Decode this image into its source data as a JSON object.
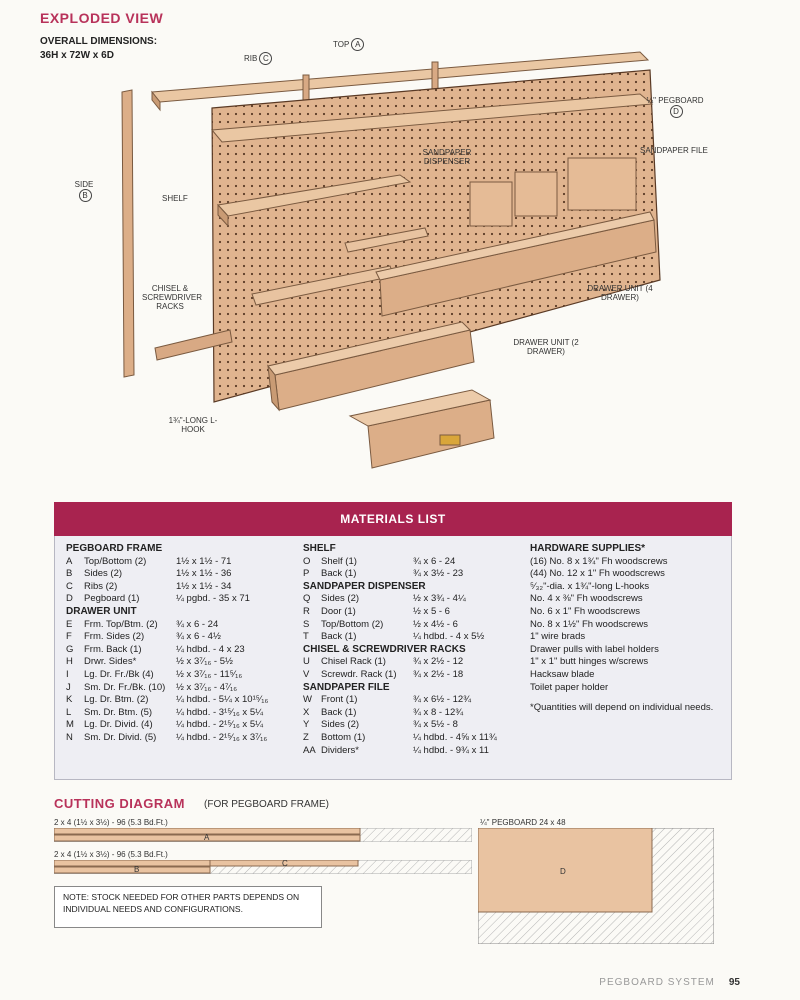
{
  "header": {
    "title": "EXPLODED VIEW",
    "dims_label": "OVERALL DIMENSIONS:",
    "dims_value": "36H x 72W x 6D"
  },
  "callouts": {
    "top": "TOP",
    "top_letter": "A",
    "rib": "RIB",
    "rib_letter": "C",
    "pegboard": "¼\" PEGBOARD",
    "pegboard_letter": "D",
    "side": "SIDE",
    "side_letter": "B",
    "shelf": "SHELF",
    "sandpaper_dispenser": "SANDPAPER DISPENSER",
    "sandpaper_file": "SANDPAPER FILE",
    "chisel_racks": "CHISEL & SCREWDRIVER RACKS",
    "drawer_4": "DRAWER UNIT (4 DRAWER)",
    "drawer_2": "DRAWER UNIT (2 DRAWER)",
    "lhook": "1¾\"-LONG L-HOOK"
  },
  "materials": {
    "title": "MATERIALS LIST",
    "col1": [
      {
        "type": "section",
        "text": "PEGBOARD FRAME"
      },
      {
        "l": "A",
        "n": "Top/Bottom (2)",
        "d": "1½ x 1½ - 71"
      },
      {
        "l": "B",
        "n": "Sides (2)",
        "d": "1½ x 1½ - 36"
      },
      {
        "l": "C",
        "n": "Ribs (2)",
        "d": "1½ x 1½ - 34"
      },
      {
        "l": "D",
        "n": "Pegboard (1)",
        "d": "¼ pgbd. - 35 x 71"
      },
      {
        "type": "section",
        "text": "DRAWER UNIT"
      },
      {
        "l": "E",
        "n": "Frm. Top/Btm. (2)",
        "d": "¾ x 6 - 24"
      },
      {
        "l": "F",
        "n": "Frm. Sides (2)",
        "d": "¾ x 6 - 4½"
      },
      {
        "l": "G",
        "n": "Frm. Back (1)",
        "d": "¼ hdbd. - 4 x 23"
      },
      {
        "l": "H",
        "n": "Drwr. Sides*",
        "d": "½ x 3⁷⁄₁₆ - 5½"
      },
      {
        "l": "I",
        "n": "Lg. Dr. Fr./Bk (4)",
        "d": "½ x 3⁷⁄₁₆ - 11⁵⁄₁₆"
      },
      {
        "l": "J",
        "n": "Sm. Dr. Fr./Bk. (10)",
        "d": "½ x 3⁷⁄₁₆ - 4⁷⁄₁₆"
      },
      {
        "l": "K",
        "n": "Lg. Dr. Btm. (2)",
        "d": "¼ hdbd. - 5¼ x 10¹⁵⁄₁₆"
      },
      {
        "l": "L",
        "n": "Sm. Dr. Btm. (5)",
        "d": "¼ hdbd. - 3¹⁵⁄₁₆ x 5¼"
      },
      {
        "l": "M",
        "n": "Lg. Dr. Divid. (4)",
        "d": "¼ hdbd. - 2¹⁵⁄₁₆ x 5¼"
      },
      {
        "l": "N",
        "n": "Sm. Dr. Divid. (5)",
        "d": "¼ hdbd. - 2¹⁵⁄₁₆ x 3⁷⁄₁₆"
      }
    ],
    "col2": [
      {
        "type": "section",
        "text": "SHELF"
      },
      {
        "l": "O",
        "n": "Shelf (1)",
        "d": "¾ x 6 - 24"
      },
      {
        "l": "P",
        "n": "Back (1)",
        "d": "¾ x 3½ - 23"
      },
      {
        "type": "section",
        "text": "SANDPAPER DISPENSER"
      },
      {
        "l": "Q",
        "n": "Sides (2)",
        "d": "½ x 3¾ - 4¼"
      },
      {
        "l": "R",
        "n": "Door (1)",
        "d": "½ x 5 - 6"
      },
      {
        "l": "S",
        "n": "Top/Bottom (2)",
        "d": "½ x 4½ - 6"
      },
      {
        "l": "T",
        "n": "Back (1)",
        "d": "¼ hdbd. - 4 x 5½"
      },
      {
        "type": "section",
        "text": "CHISEL & SCREWDRIVER RACKS"
      },
      {
        "l": "U",
        "n": "Chisel Rack (1)",
        "d": "¾ x 2½ - 12"
      },
      {
        "l": "V",
        "n": "Screwdr. Rack (1)",
        "d": "¾ x 2½ - 18"
      },
      {
        "type": "section",
        "text": "SANDPAPER FILE"
      },
      {
        "l": "W",
        "n": "Front (1)",
        "d": "¾ x 6½ - 12¾"
      },
      {
        "l": "X",
        "n": "Back (1)",
        "d": "¾ x 8 - 12¾"
      },
      {
        "l": "Y",
        "n": "Sides (2)",
        "d": "¾ x 5½ - 8"
      },
      {
        "l": "Z",
        "n": "Bottom (1)",
        "d": "¼ hdbd. - 4⅝ x 11¾"
      },
      {
        "l": "AA",
        "n": "Dividers*",
        "d": "¼ hdbd. - 9¾ x 11"
      }
    ],
    "col3_title": "HARDWARE SUPPLIES*",
    "col3": [
      "(16) No. 8 x 1¾\" Fh woodscrews",
      "(44) No. 12 x 1\" Fh woodscrews",
      "⁵⁄₃₂\"-dia. x 1¾\"-long L-hooks",
      "No. 4 x ⅜\" Fh woodscrews",
      "No. 6 x 1\" Fh woodscrews",
      "No. 8 x 1½\" Fh woodscrews",
      "1\" wire brads",
      "Drawer pulls with label holders",
      "1\" x 1\" butt hinges w/screws",
      "Hacksaw blade",
      "Toilet paper holder"
    ],
    "col3_note": "*Quantities will depend on individual needs."
  },
  "cutting": {
    "title": "CUTTING DIAGRAM",
    "subtitle": "(FOR PEGBOARD FRAME)",
    "board1_label": "2 x 4 (1½ x 3½) - 96  (5.3 Bd.Ft.)",
    "board1_part": "A",
    "board2_label": "2 x 4 (1½ x 3½) - 96  (5.3 Bd.Ft.)",
    "board2_parts": [
      "B",
      "C"
    ],
    "pegboard_label": "¼\" PEGBOARD  24 x 48",
    "pegboard_part": "D",
    "note": "NOTE: STOCK NEEDED FOR OTHER PARTS DEPENDS ON INDIVIDUAL NEEDS AND CONFIGURATIONS."
  },
  "footer": {
    "section": "PEGBOARD SYSTEM",
    "page": "95"
  }
}
